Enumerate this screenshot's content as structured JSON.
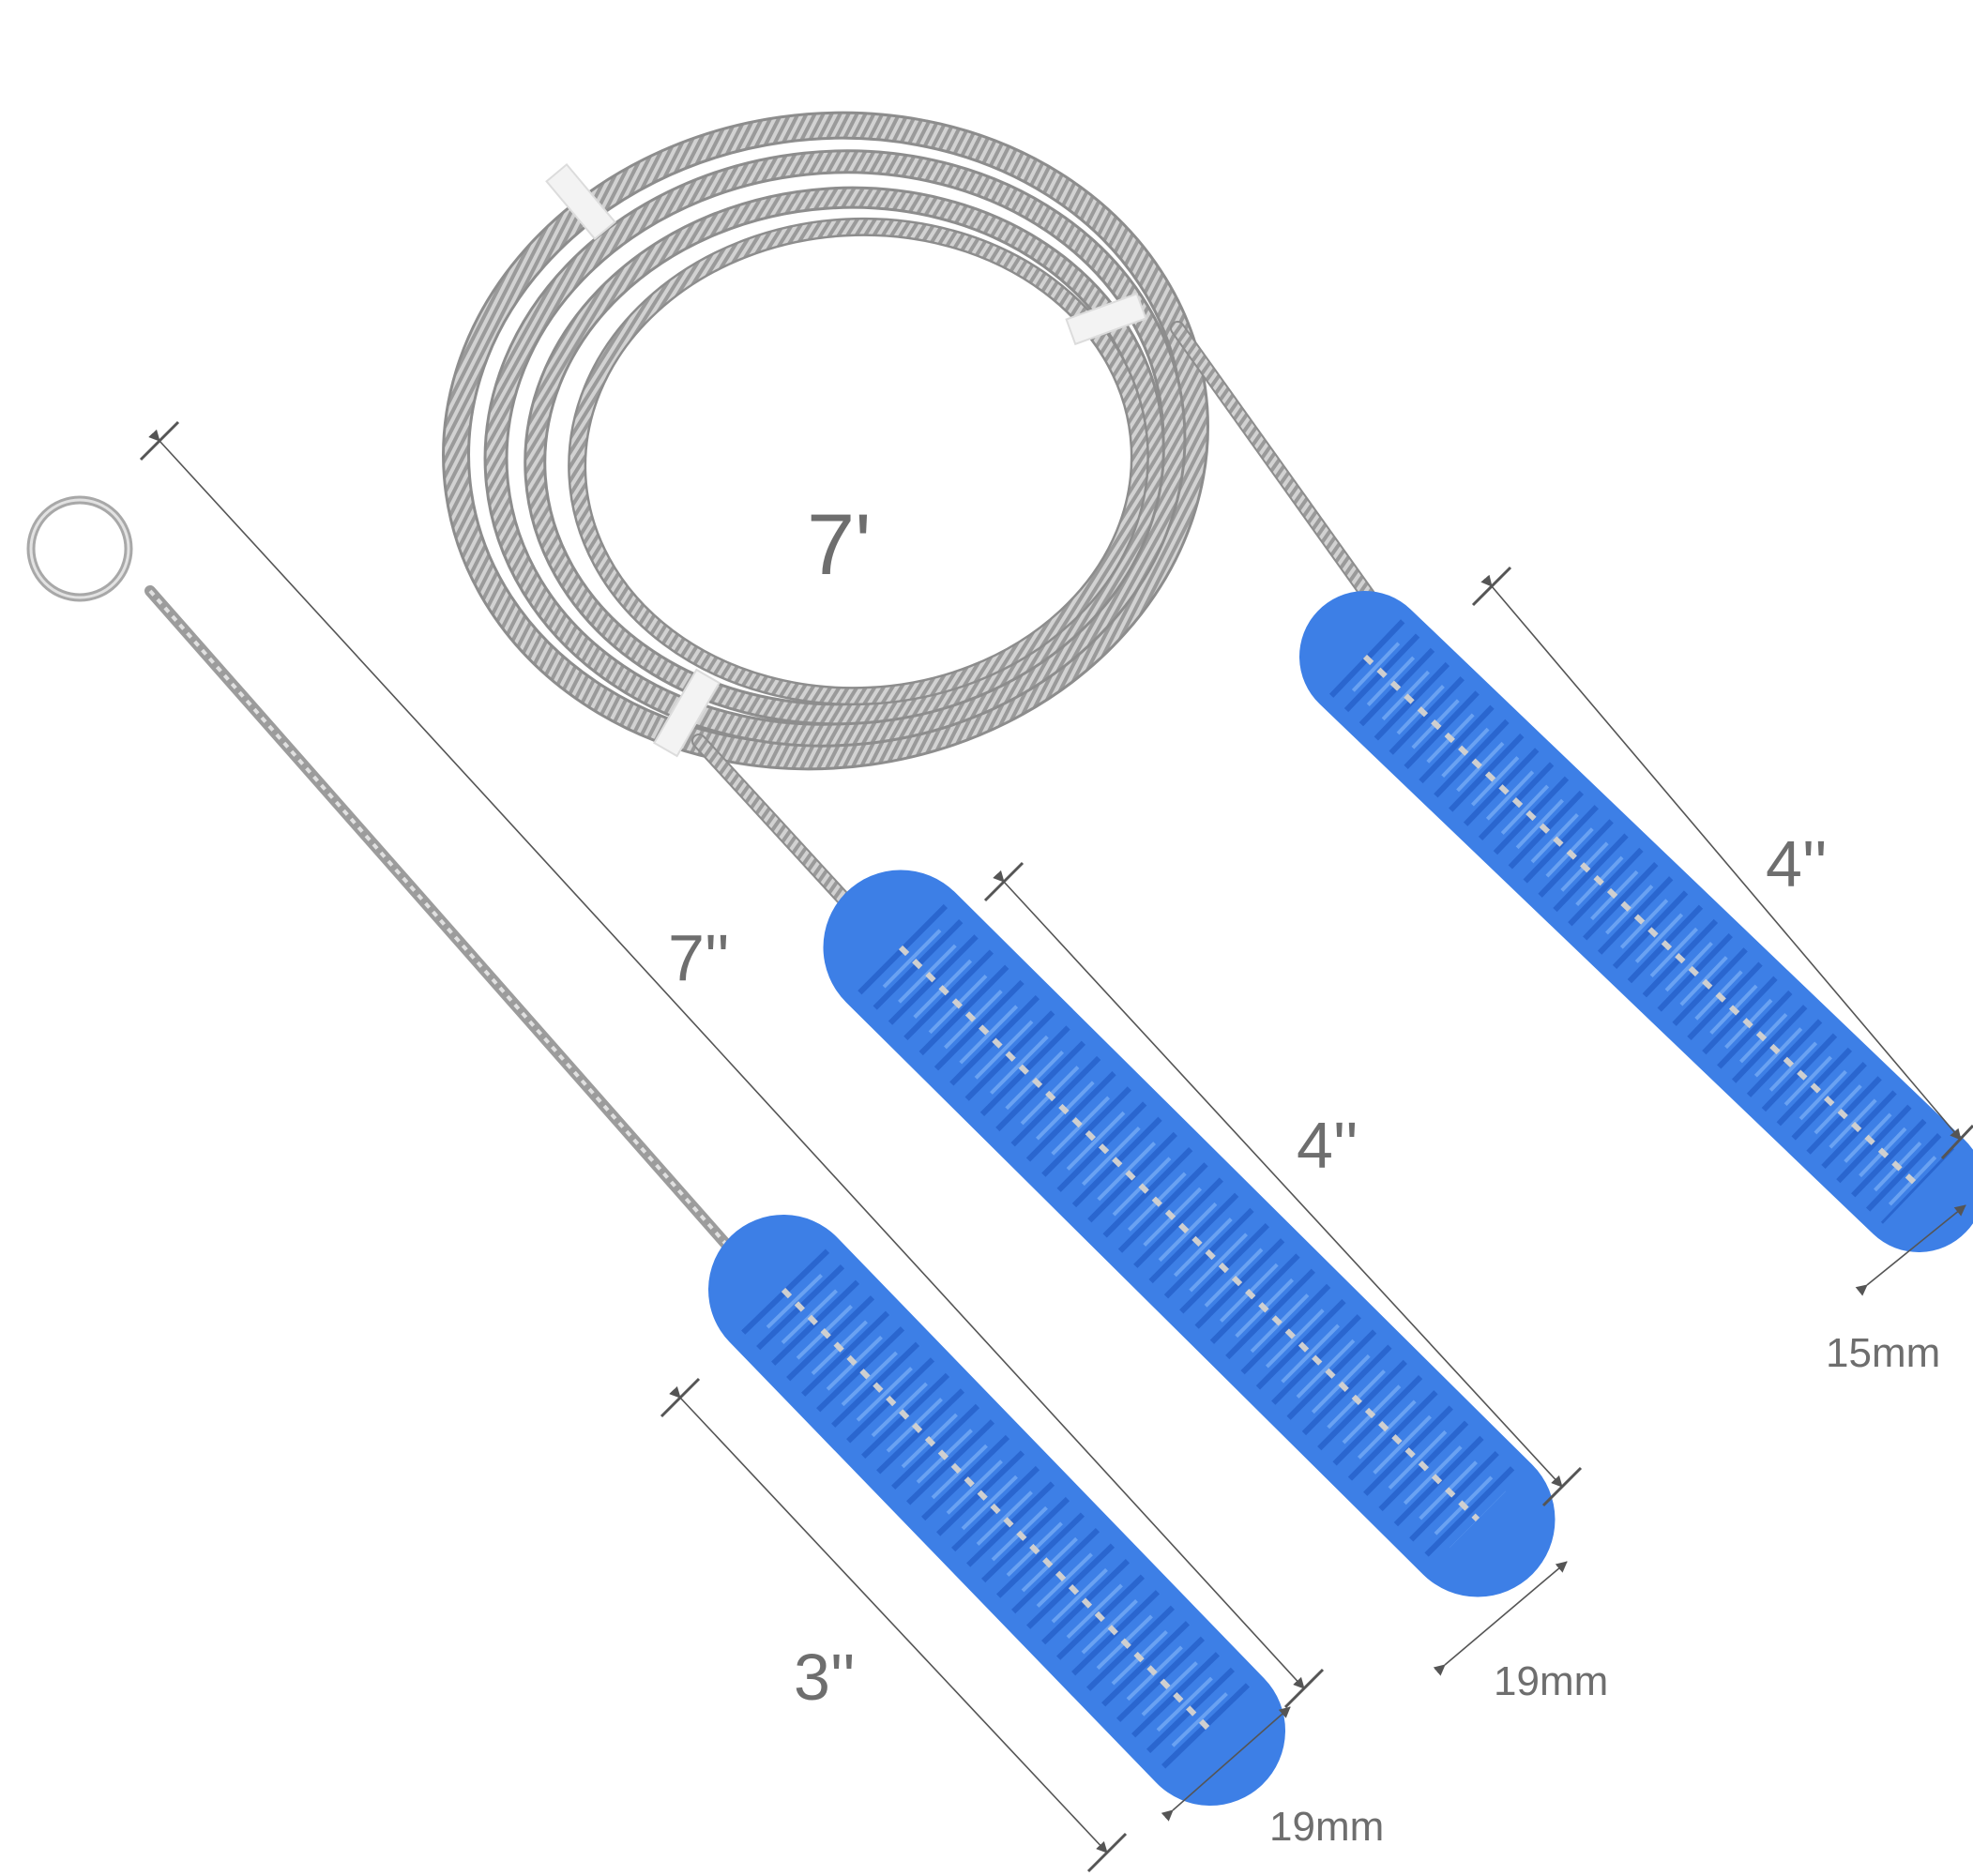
{
  "labels": {
    "coil_length": "7'",
    "small_brush_total": "7''",
    "medium_brush_length": "4''",
    "right_brush_length": "4''",
    "small_brush_head": "3''",
    "small_brush_diameter": "19mm",
    "medium_brush_diameter": "19mm",
    "right_brush_diameter": "15mm"
  },
  "colors": {
    "bristle": "#3d7fe6",
    "bristle_dark": "#2a66cf",
    "bristle_light": "#6aa2f2",
    "coil": "#8a8a8a",
    "coil_light": "#c4c4c4",
    "wire": "#b7b7b7",
    "dimension_line": "#555555",
    "label_text": "#6e6e6e"
  }
}
